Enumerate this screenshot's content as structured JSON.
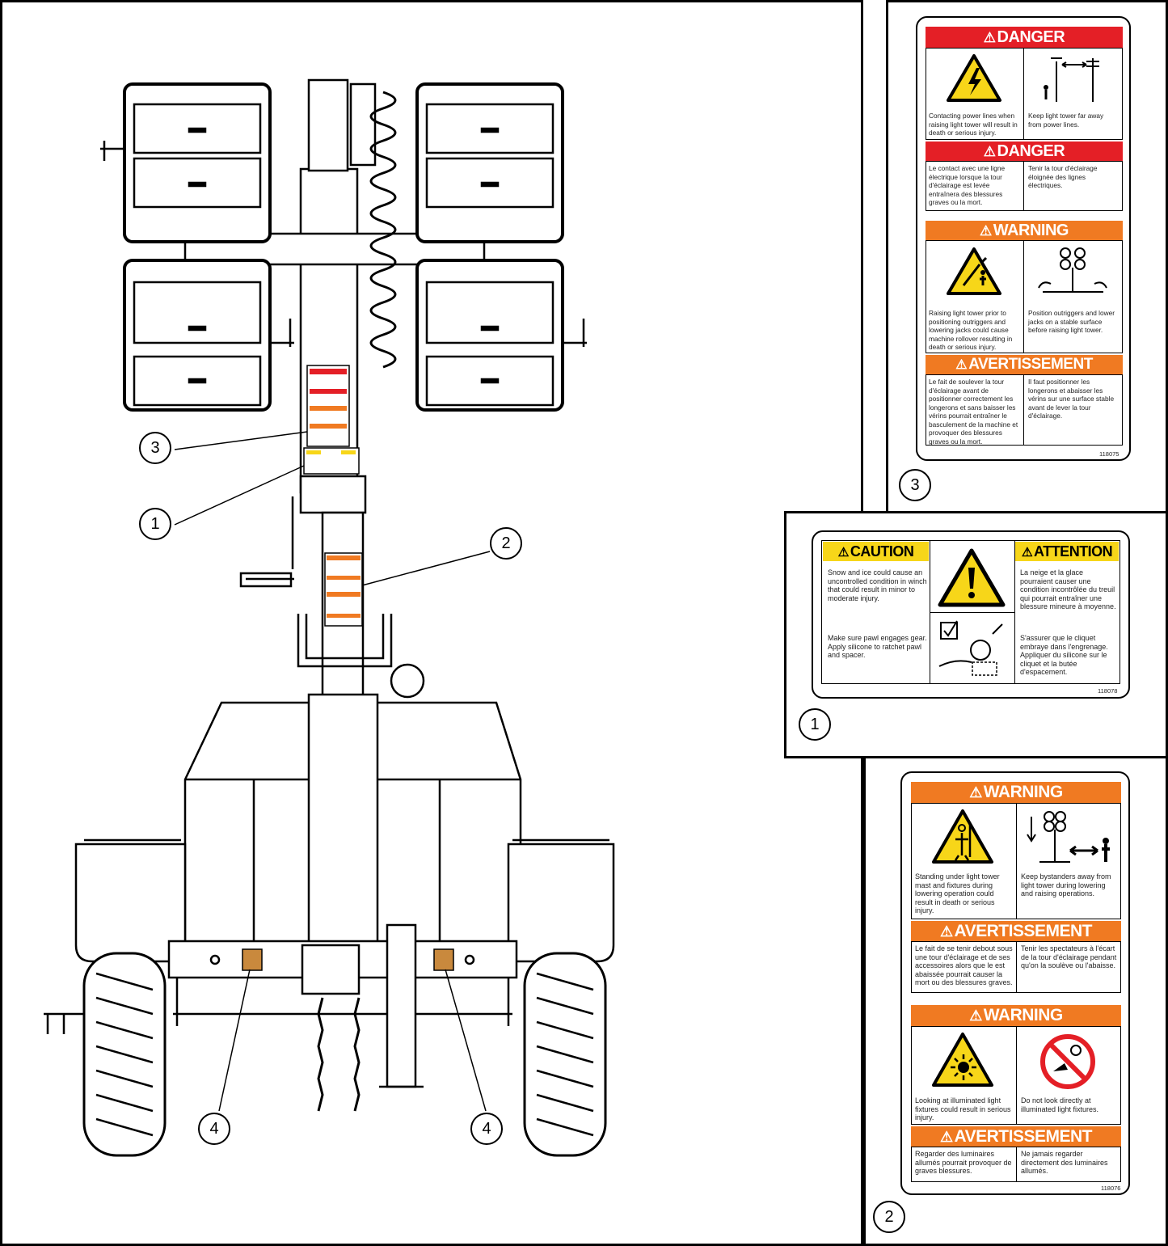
{
  "callouts": {
    "c1": "1",
    "c2": "2",
    "c3": "3",
    "c4": "4"
  },
  "decal3": {
    "danger_title": "DANGER",
    "danger_left_en": "Contacting power lines when raising light tower will result in death or serious injury.",
    "danger_right_en": "Keep light tower far away from power lines.",
    "danger_left_fr": "Le contact avec une ligne électrique lorsque la tour d'éclairage est levée entraînera des blessures graves ou la mort.",
    "danger_right_fr": "Tenir la tour d'éclairage éloignée des lignes électriques.",
    "warning_title": "WARNING",
    "warning_left_en": "Raising light tower prior to positioning outriggers and lowering jacks could cause machine rollover resulting in death or serious injury.",
    "warning_right_en": "Position outriggers and lower jacks on a stable surface before raising light tower.",
    "avert_title": "AVERTISSEMENT",
    "avert_left_fr": "Le fait de soulever la tour d'éclairage avant de positionner correctement les longerons et sans baisser les vérins pourrait entraîner le basculement de la machine et provoquer des blessures graves ou la mort.",
    "avert_right_fr": "Il faut positionner les longerons et abaisser les vérins sur une surface stable avant de lever la tour d'éclairage.",
    "part_number": "118075"
  },
  "decal1": {
    "caution_title": "CAUTION",
    "attention_title": "ATTENTION",
    "caution_en": "Snow and ice could cause an uncontrolled condition in winch that could result in minor to moderate injury.",
    "instruction_en": "Make sure pawl engages gear. Apply silicone to ratchet pawl and spacer.",
    "attention_fr": "La neige et la glace pourraient causer une condition incontrôlée du treuil qui pourrait entraîner une blessure mineure à moyenne.",
    "instruction_fr": "S'assurer que le cliquet embraye dans l'engrenage. Appliquer du silicone sur le cliquet et la butée d'espacement.",
    "part_number": "118078"
  },
  "decal2": {
    "warning1_title": "WARNING",
    "warning1_left_en": "Standing under light tower mast and fixtures during lowering operation could result in death or serious injury.",
    "warning1_right_en": "Keep bystanders away from light tower during lowering and raising operations.",
    "avert1_title": "AVERTISSEMENT",
    "avert1_left_fr": "Le fait de se tenir debout sous une tour d'éclairage et de ses accessoires alors que le est abaissée pourrait causer la mort ou des blessures graves.",
    "avert1_right_fr": "Tenir les spectateurs à l'écart de la tour d'éclairage pendant qu'on la soulève ou l'abaisse.",
    "warning2_title": "WARNING",
    "warning2_left_en": "Looking at illuminated light fixtures could result in serious injury.",
    "warning2_right_en": "Do not look directly at illuminated light fixtures.",
    "avert2_title": "AVERTISSEMENT",
    "avert2_left_fr": "Regarder des luminaires allumés pourrait provoquer de graves blessures.",
    "avert2_right_fr": "Ne jamais regarder directement des luminaires allumés.",
    "part_number": "118076"
  },
  "colors": {
    "danger_red": "#e41f26",
    "warning_orange": "#f07a22",
    "caution_yellow": "#f7d619"
  },
  "icons": [
    "electrocution-hazard-icon",
    "power-line-clearance-icon",
    "rollover-hazard-icon",
    "outrigger-icon",
    "general-alert-icon",
    "checklist-winch-icon",
    "crush-hazard-icon",
    "bystander-distance-icon",
    "bright-light-hazard-icon",
    "do-not-look-icon"
  ]
}
